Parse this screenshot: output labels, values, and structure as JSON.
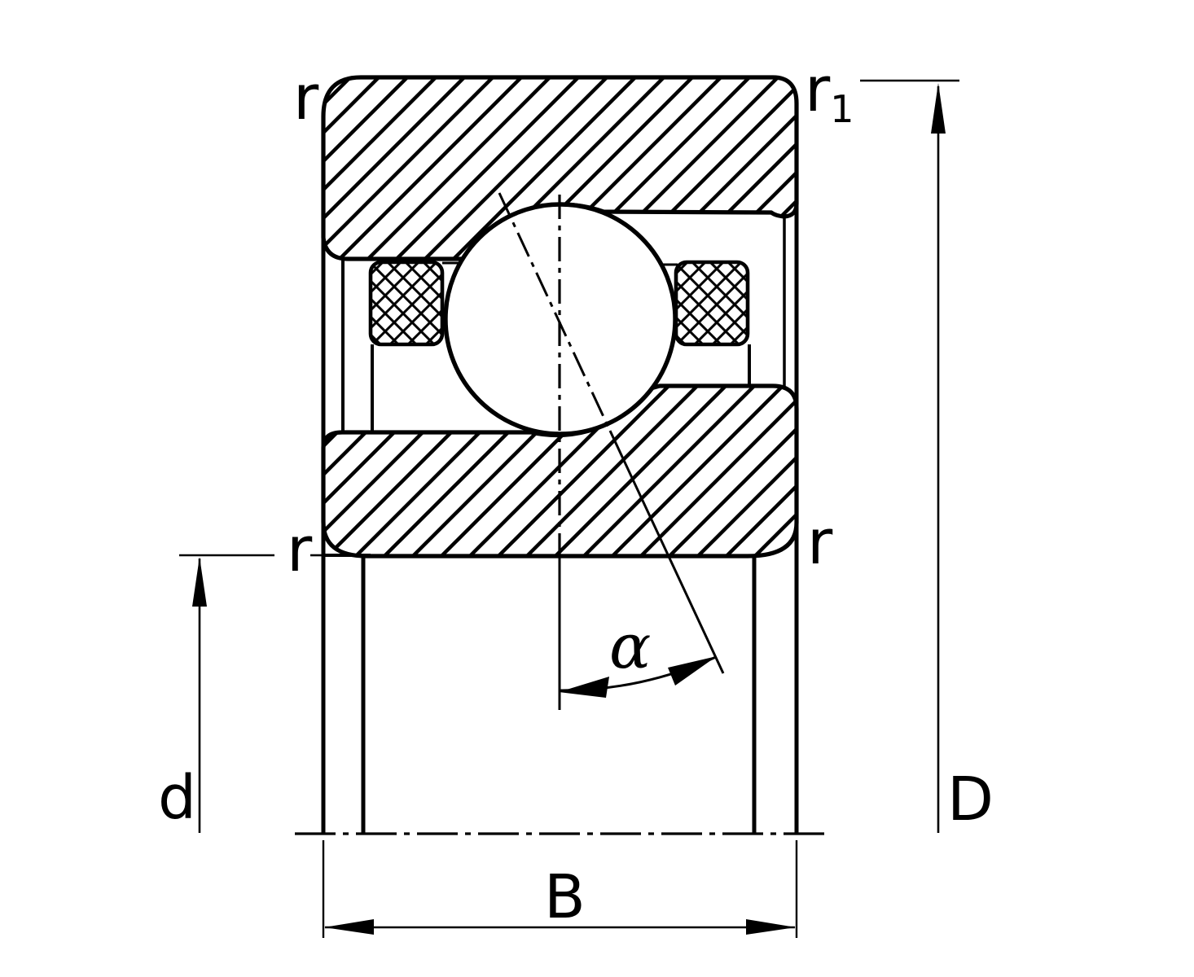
{
  "colors": {
    "line": "#000000",
    "background": "#ffffff"
  },
  "labels": {
    "chamfer_top_left": "r",
    "chamfer_top_right_base": "r",
    "chamfer_top_right_sub": "1",
    "chamfer_bottom_left": "r",
    "chamfer_bottom_right": "r",
    "bore_diameter": "d",
    "outside_diameter": "D",
    "width": "B",
    "contact_angle": "α"
  }
}
